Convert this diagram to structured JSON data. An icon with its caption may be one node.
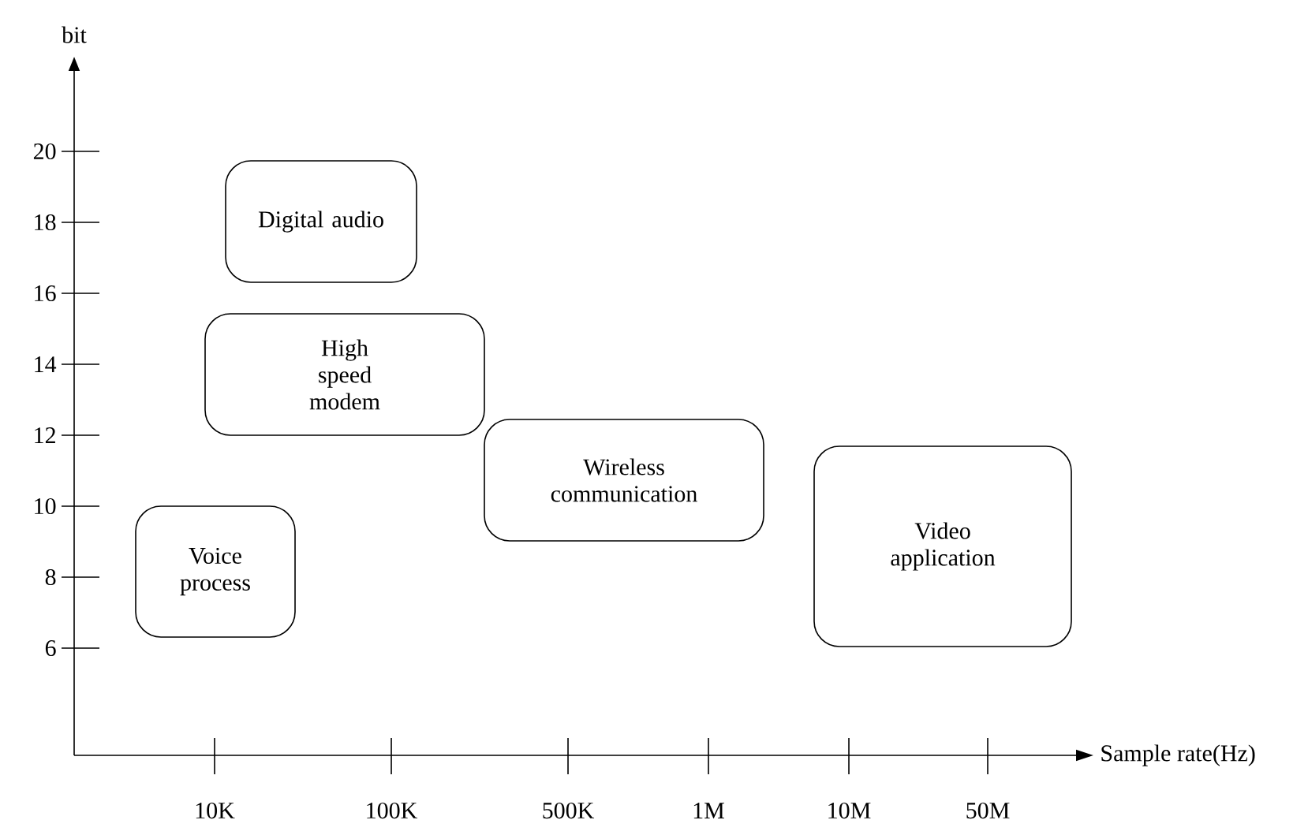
{
  "diagram": {
    "nodes": [
      {
        "text": [
          "Digital audio"
        ]
      },
      {
        "text": [
          "High speed modem"
        ]
      },
      {
        "text": [
          "Wireless communication"
        ]
      },
      {
        "text": [
          "Video application"
        ]
      },
      {
        "text": [
          "Voice process"
        ]
      }
    ],
    "edges": [],
    "labels": [
      "bit",
      "20",
      "18",
      "16",
      "14",
      "12",
      "10",
      "8",
      "6",
      "Sample rate(Hz)",
      "10K",
      "100K",
      "500K",
      "1M",
      "10M",
      "50M"
    ]
  }
}
